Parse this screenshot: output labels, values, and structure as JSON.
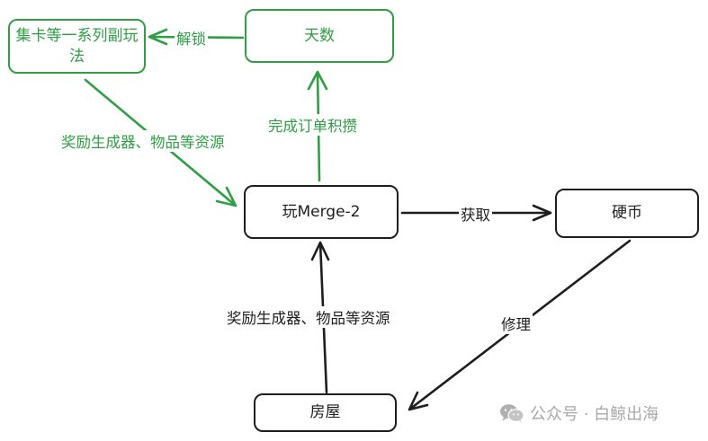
{
  "nodes": {
    "tianshu": "天数",
    "jika": "集卡等一系列副玩法",
    "merge": "玩Merge-2",
    "yingbi": "硬币",
    "fangwu": "房屋"
  },
  "edges": {
    "unlock": "解锁",
    "order": "完成订单积攒",
    "reward_green": "奖励生成器、物品等资源",
    "obtain": "获取",
    "repair": "修理",
    "reward_black": "奖励生成器、物品等资源"
  },
  "watermark": {
    "text": "公众号 · 白鲸出海",
    "icon": "wechat-icon"
  },
  "colors": {
    "black": "#1e1e1e",
    "green": "#2f9e44",
    "watermark": "#a8a8a8"
  }
}
